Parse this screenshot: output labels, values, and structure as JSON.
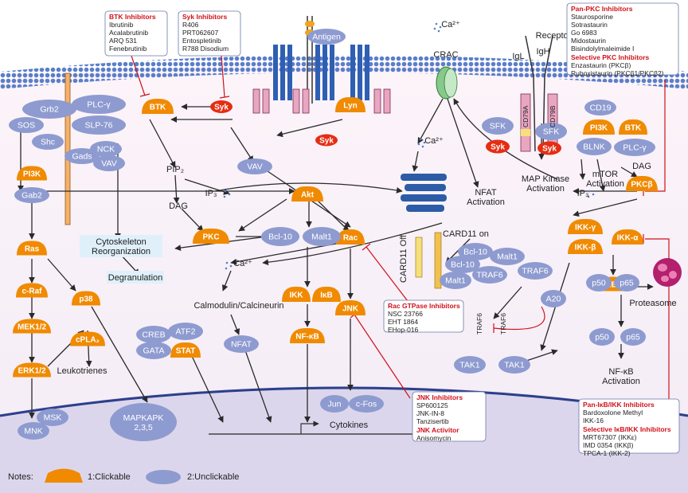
{
  "nodes": {
    "btk": "BTK",
    "syk1": "Syk",
    "lyn": "Lyn",
    "syk2": "Syk",
    "syk3": "Syk",
    "syk4": "Syk",
    "pi3k1": "PI3K",
    "pi3k2": "PI3K",
    "btk2": "BTK",
    "ras": "Ras",
    "craf": "c-Raf",
    "mek": "MEK1/2",
    "erk": "ERK1/2",
    "p38": "p38",
    "cpla2": "cPLA₂",
    "pkc": "PKC",
    "akt": "Akt",
    "rac": "Rac",
    "ikk": "IKK",
    "ikb": "IκB",
    "nfkb1": "NF-κB",
    "jnk": "JNK",
    "stat": "STAT",
    "pkcb": "PKCβ",
    "ikkg": "IKK-γ",
    "ikka": "IKK-α",
    "ikkb": "IKK-β",
    "ikba": "IκBα",
    "grb2": "Grb2",
    "plcg1": "PLC-γ",
    "slp76": "SLP-76",
    "sos": "SOS",
    "shc": "Shc",
    "gads": "Gads",
    "nck": "NCK",
    "vav1": "VAV",
    "gab2": "Gab2",
    "vav2": "VAV",
    "antigen": "Antigen",
    "sfk1": "SFK",
    "sfk2": "SFK",
    "cd19": "CD19",
    "blnk": "BLNK",
    "plcg2": "PLC-γ",
    "bcl10a": "Bcl-10",
    "malt1a": "Malt1",
    "bcl10b": "Bcl-10",
    "bcl10c": "Bcl-10",
    "malt1b": "Malt1",
    "malt1c": "Malt1",
    "traf6a": "TRAF6",
    "traf6b": "TRAF6",
    "traf6c": "TRAF6",
    "traf6d": "TRAF6",
    "a20": "A20",
    "p50a": "p50",
    "p65a": "p65",
    "p50b": "p50",
    "p65b": "p65",
    "tak1a": "TAK1",
    "tak1b": "TAK1",
    "creb": "CREB",
    "atf2": "ATF2",
    "gata": "GATA",
    "nfat": "NFAT",
    "jun": "Jun",
    "cfos": "c-Fos",
    "msk": "MSK",
    "mnk": "MNK",
    "mapkapk": "MAPKAPK 2,3,5"
  },
  "labels": {
    "ca_top": "Ca²⁺",
    "crac": "CRAC",
    "receptor": "Receptor",
    "igl": "IgL",
    "igh": "IgH",
    "cd79a": "CD79A",
    "cd79b": "CD79B",
    "ca_mid": "Ca²⁺",
    "pip2": "PIP₂",
    "ip3_left": "IP₃",
    "dag_left": "DAG",
    "nfat_act": "NFAT Activation",
    "map_act": "MAP Kinase Activation",
    "mtor_act": "mTOR Activation",
    "dag_right": "DAG",
    "ip3_right": "IP₃",
    "cyto_reorg": "Cytoskeleton Reorganization",
    "degran": "Degranulation",
    "ca_low": "Ca²⁺",
    "calmod": "Calmodulin/Calcineurin",
    "card_on": "CARD11 on",
    "card_off": "CARD11 Off",
    "leuko": "Leukotrienes",
    "proteasome": "Proteasome",
    "nfkb_act": "NF-κB Activation",
    "cytokines": "Cytokines"
  },
  "inhibitors": {
    "btk": {
      "title": "BTK Inhibitors",
      "items": [
        "Ibrutinib",
        "Acalabrutinib",
        "ARQ 531",
        "Fenebrutinib"
      ]
    },
    "syk": {
      "title": "Syk Inhibitors",
      "items": [
        "R406",
        "PRT062607",
        "Entospletinib",
        "R788 Disodium"
      ]
    },
    "pkc": {
      "title": "Pan-PKC Inhibitors",
      "items": [
        "Staurosporine",
        "Sotrastaurin",
        "Go 6983",
        "Midostaurin",
        "Bisindolylmaleimide I"
      ],
      "title2": "Selective PKC Inhibitors",
      "items2": [
        "Enzastaurin (PKCβ)",
        "Ruboxistaurin (PKCβ1/PKCβ2)"
      ]
    },
    "rac": {
      "title": "Rac GTPase Inhibitors",
      "items": [
        "NSC 23766",
        "EHT 1864",
        "EHop-016"
      ]
    },
    "jnk": {
      "title": "JNK Inhibitors",
      "items": [
        "SP600125",
        "JNK-IN-8",
        "Tanzisertib"
      ],
      "title2": "JNK Activitor",
      "items2": [
        "Anisomycin"
      ]
    },
    "ikk": {
      "title": "Pan-IκB/IKK Inhibitors",
      "items": [
        "Bardoxolone Methyl",
        "IKK-16"
      ],
      "title2": "Selective IκB/IKK Inhibitors",
      "items2": [
        "MRT67307 (IKKε)",
        "IMD 0354 (IKKβ)",
        "TPCA-1 (IKK-2)"
      ]
    }
  },
  "notes": {
    "label": "Notes:",
    "clickable": "1:Clickable",
    "unclickable": "2:Unclickable"
  },
  "colors": {
    "clickable": "#f08a00",
    "unclickable": "#8e9bd0",
    "syk_red": "#e52d13",
    "inhibitor_red": "#d0121b",
    "membrane": "#5b7ec9"
  }
}
